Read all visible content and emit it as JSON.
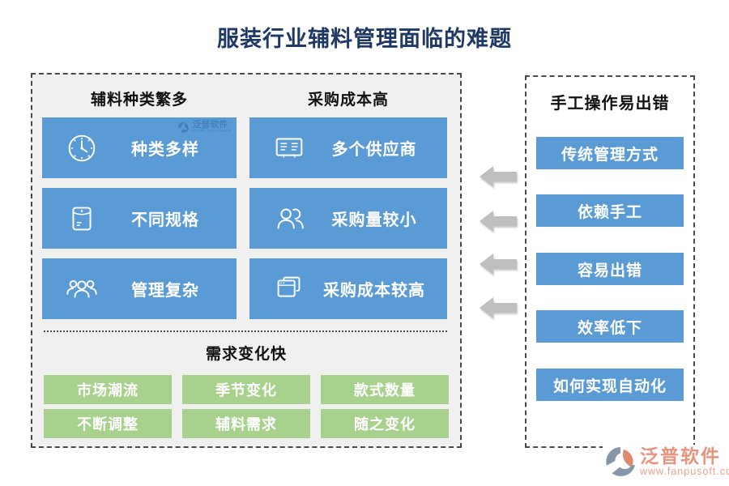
{
  "title": "服装行业辅料管理面临的难题",
  "watermark": {
    "text": "泛普软件",
    "subtext": "FANPU SOFTWARE"
  },
  "left_panel": {
    "variety_section": {
      "header": "辅料种类繁多",
      "items": [
        {
          "icon": "clock-icon",
          "label": "种类多样"
        },
        {
          "icon": "pouch-icon",
          "label": "不同规格"
        },
        {
          "icon": "people-group-icon",
          "label": "管理复杂"
        }
      ]
    },
    "cost_section": {
      "header": "采购成本高",
      "items": [
        {
          "icon": "supplier-list-icon",
          "label": "多个供应商"
        },
        {
          "icon": "two-people-icon",
          "label": "采购量较小"
        },
        {
          "icon": "windows-stack-icon",
          "label": "采购成本较高"
        }
      ]
    },
    "demand_section": {
      "header": "需求变化快",
      "rows": [
        [
          "市场潮流",
          "季节变化",
          "款式数量"
        ],
        [
          "不断调整",
          "辅料需求",
          "随之变化"
        ]
      ]
    }
  },
  "right_panel": {
    "header": "手工操作易出错",
    "items": [
      "传统管理方式",
      "依赖手工",
      "容易出错",
      "效率低下",
      "如何实现自动化"
    ]
  },
  "footer_logo": {
    "brand": "泛普软件",
    "website": "www.fanpusoft.com"
  },
  "colors": {
    "title": "#1F3864",
    "box_blue": "#5B9BD5",
    "box_green": "#A9D18E",
    "panel_bg": "#F0F0F0",
    "border": "#4a4a4a",
    "arrow": "#BFBFBF",
    "logo_coral": "#E8937D"
  }
}
